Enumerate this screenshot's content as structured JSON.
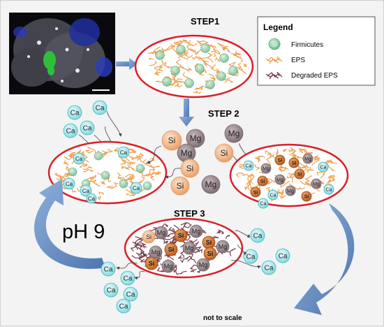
{
  "labels": {
    "step1": "STEP1",
    "step2": "STEP 2",
    "step3": "STEP 3",
    "ph": "pH 9",
    "scale_note": "not to scale"
  },
  "legend": {
    "title": "Legend",
    "items": [
      {
        "label": "Firmicutes",
        "symbol": "firmicute-cell"
      },
      {
        "label": "EPS",
        "symbol": "eps-strand"
      },
      {
        "label": "Degraded EPS",
        "symbol": "degraded-eps-strand"
      }
    ]
  },
  "ions": {
    "ca": "Ca",
    "mg": "Mg",
    "si": "Si"
  },
  "colors": {
    "ellipse_border": "#d9202a",
    "ellipse_fill": "#ffffff",
    "eps": "#f0a050",
    "degraded_eps": "#7a3a4a",
    "ca_fill": "#a8e8ec",
    "ca_stroke": "#3cb7c0",
    "mg_fill": "#9a8a8e",
    "si_fill": "#f6c29a",
    "arrow_blue": "#6c93c4",
    "firmicute_fill": "#8fd1a8"
  },
  "icons": {
    "micrograph": "fluorescence-micrograph-image",
    "cycle_arrows": "curved-arrow-icon"
  }
}
